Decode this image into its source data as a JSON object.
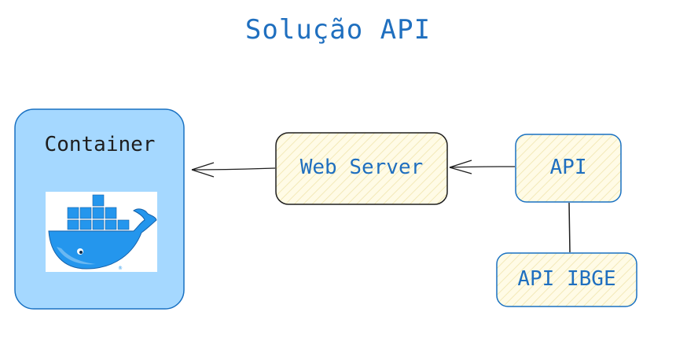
{
  "diagram": {
    "title": "Solução API",
    "nodes": {
      "container": {
        "label": "Container",
        "logo": "docker-whale-icon"
      },
      "web_server": {
        "label": "Web Server"
      },
      "api": {
        "label": "API"
      },
      "api_ibge": {
        "label": "API IBGE"
      }
    },
    "edges": [
      {
        "from": "api",
        "to": "web_server",
        "type": "arrow"
      },
      {
        "from": "web_server",
        "to": "container",
        "type": "arrow"
      },
      {
        "from": "api",
        "to": "api_ibge",
        "type": "line"
      }
    ],
    "colors": {
      "title": "#1f6fbf",
      "container_fill": "#a5d8ff",
      "container_stroke": "#1971c2",
      "node_fill": "#fff9db",
      "docker_blue": "#2496ed"
    }
  }
}
